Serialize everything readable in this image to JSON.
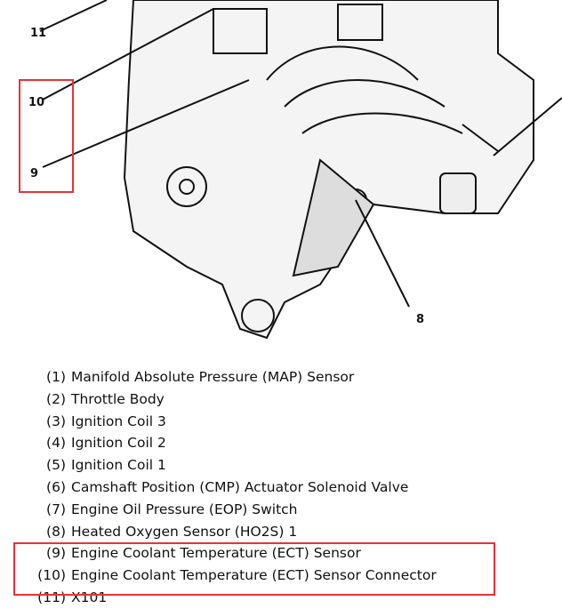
{
  "diagram": {
    "callouts": [
      "11",
      "10",
      "9",
      "8"
    ],
    "highlight_color": "#e8323a"
  },
  "legend": [
    {
      "num": "(1)",
      "label": "Manifold Absolute Pressure (MAP) Sensor"
    },
    {
      "num": "(2)",
      "label": "Throttle Body"
    },
    {
      "num": "(3)",
      "label": "Ignition Coil 3"
    },
    {
      "num": "(4)",
      "label": "Ignition Coil 2"
    },
    {
      "num": "(5)",
      "label": "Ignition Coil 1"
    },
    {
      "num": "(6)",
      "label": "Camshaft Position (CMP) Actuator Solenoid Valve"
    },
    {
      "num": "(7)",
      "label": "Engine Oil Pressure (EOP) Switch"
    },
    {
      "num": "(8)",
      "label": "Heated Oxygen Sensor (HO2S) 1"
    },
    {
      "num": "(9)",
      "label": "Engine Coolant Temperature (ECT) Sensor"
    },
    {
      "num": "(10)",
      "label": "Engine Coolant Temperature (ECT) Sensor Connector"
    },
    {
      "num": "(11)",
      "label": "X101"
    }
  ]
}
